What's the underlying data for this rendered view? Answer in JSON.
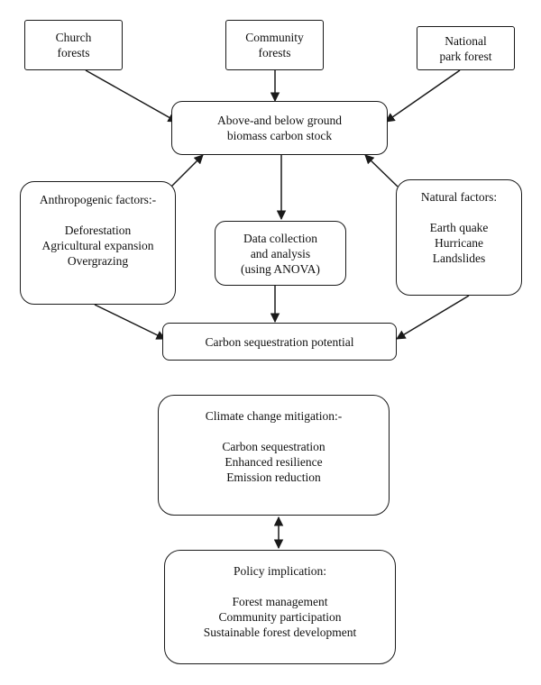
{
  "nodes": {
    "church_forests": {
      "lines": [
        "Church",
        "forests"
      ]
    },
    "community_forests": {
      "lines": [
        "Community",
        "forests"
      ]
    },
    "national_park_forest": {
      "lines": [
        "National",
        "park forest"
      ]
    },
    "biomass_carbon_stock": {
      "lines": [
        "Above-and below ground",
        "biomass carbon stock"
      ]
    },
    "anthropogenic_factors": {
      "heading": "Anthropogenic factors:-",
      "items": [
        "Deforestation",
        "Agricultural expansion",
        "Overgrazing"
      ]
    },
    "data_collection": {
      "lines": [
        "Data collection",
        "and analysis",
        "(using ANOVA)"
      ]
    },
    "natural_factors": {
      "heading": "Natural factors:",
      "items": [
        "Earth quake",
        "Hurricane",
        "Landslides"
      ]
    },
    "carbon_sequestration_potential": {
      "lines": [
        "Carbon sequestration potential"
      ]
    },
    "climate_change_mitigation": {
      "heading": "Climate change mitigation:-",
      "items": [
        "Carbon sequestration",
        "Enhanced resilience",
        "Emission reduction"
      ]
    },
    "policy_implication": {
      "heading": "Policy implication:",
      "items": [
        "Forest management",
        "Community participation",
        "Sustainable forest development"
      ]
    }
  },
  "colors": {
    "stroke": "#1a1a1a",
    "background": "#ffffff"
  }
}
